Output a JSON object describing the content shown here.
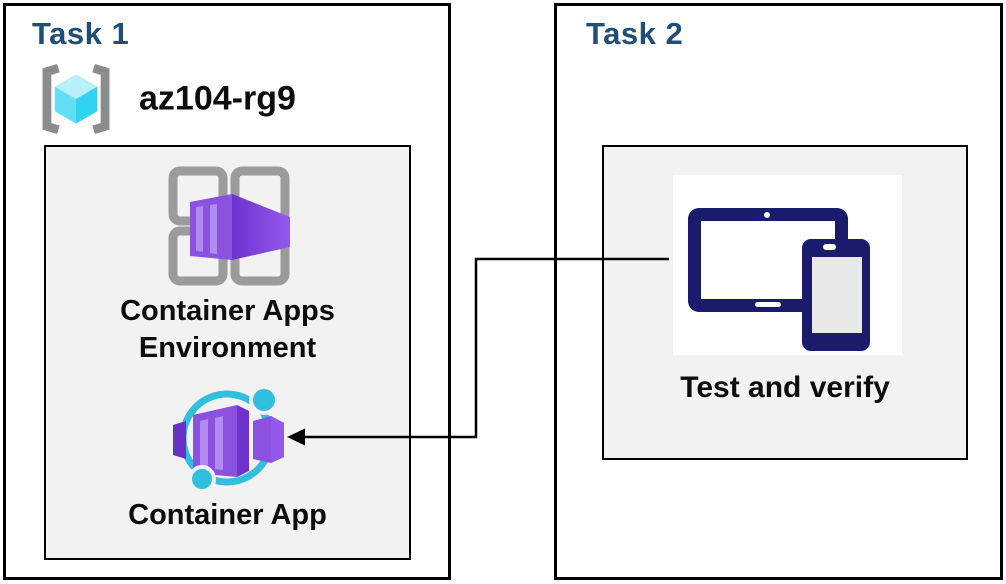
{
  "task1": {
    "title": "Task 1",
    "resource_group_name": "az104-rg9",
    "environment_label": "Container Apps Environment",
    "container_app_label": "Container App"
  },
  "task2": {
    "title": "Task 2",
    "device_label": "Test and verify"
  },
  "connector": {
    "description": "arrow from Test and verify devices icon to Container App icon"
  },
  "colors": {
    "task_title": "#1F4E79",
    "panel_background": "#F2F2F2",
    "box_border": "#000000",
    "azure_purple_front": "#8A52DE",
    "azure_purple_side": "#7B3ED6",
    "azure_purple_stripe": "#B18BEF",
    "azure_cyan": "#32BEDD",
    "resource_group_cyan_top": "#B7F0FA",
    "resource_group_cyan_left": "#62DFF5",
    "resource_group_cyan_right": "#31D3F0",
    "bracket_gray": "#8C8C8C",
    "frame_gray": "#9B9B9B",
    "device_navy": "#1B1B6B",
    "device_screen_gray": "#E8E8E8"
  }
}
